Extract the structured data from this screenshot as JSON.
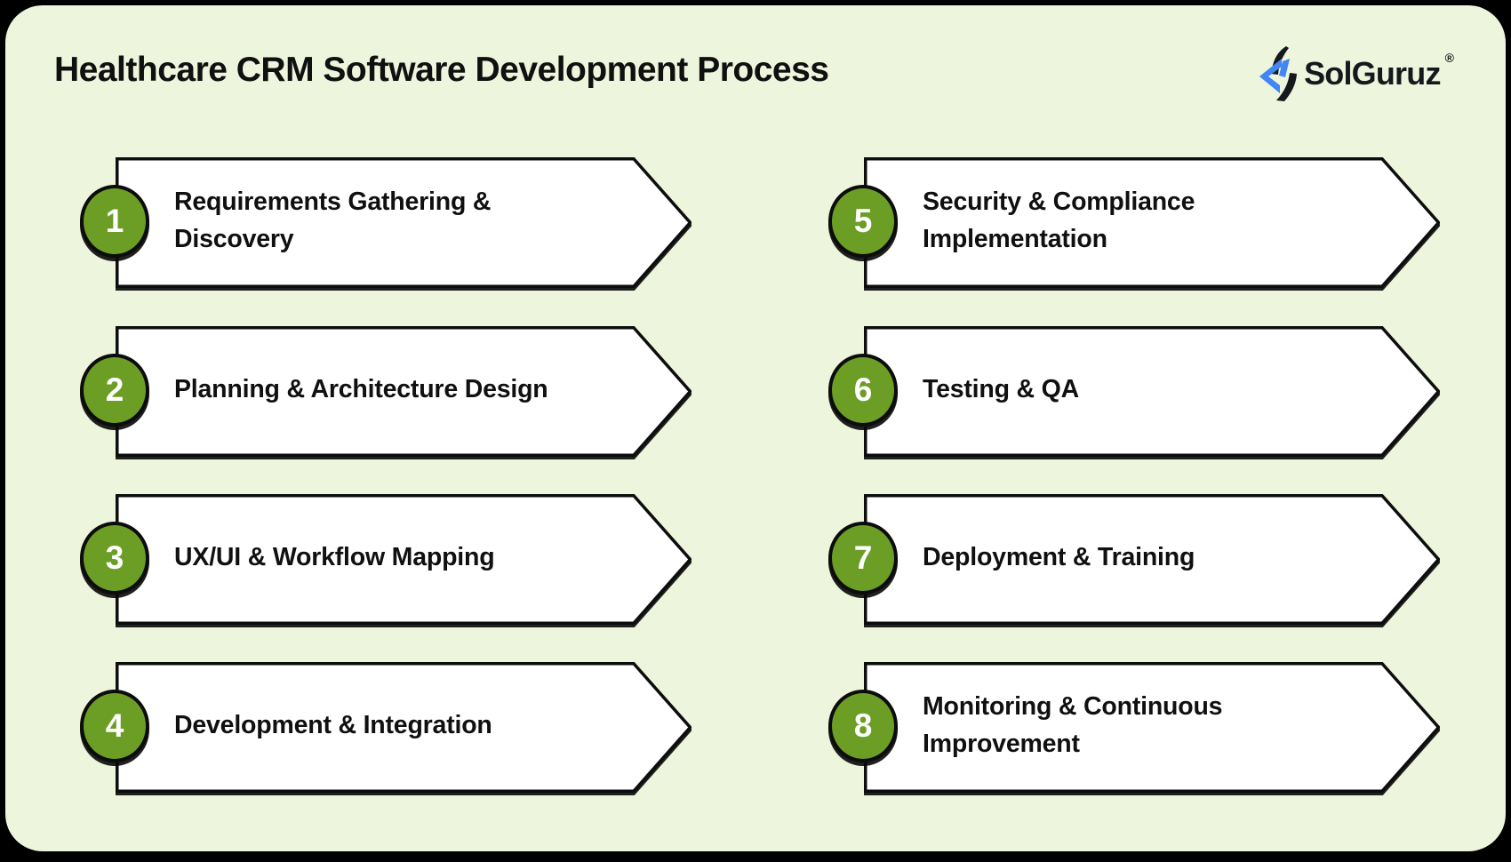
{
  "header": {
    "title": "Healthcare CRM Software Development Process",
    "brand": {
      "name": "SolGuruz",
      "registered_mark": "®"
    }
  },
  "palette": {
    "canvas_background": "#edf5dc",
    "outer_frame": "#000000",
    "arrow_fill": "#ffffff",
    "arrow_border": "#0d0d0d",
    "step_circle_fill": "#6c9e26",
    "step_circle_border": "#0c0c0c",
    "step_number_color": "#ffffff",
    "text_color": "#101010",
    "brand_blue": "#4285f4",
    "brand_dark": "#15181c"
  },
  "process": {
    "steps": [
      {
        "number": "1",
        "label": "Requirements Gathering &\nDiscovery",
        "column": "left",
        "row": 0
      },
      {
        "number": "2",
        "label": "Planning & Architecture Design",
        "column": "left",
        "row": 1
      },
      {
        "number": "3",
        "label": "UX/UI & Workflow Mapping",
        "column": "left",
        "row": 2
      },
      {
        "number": "4",
        "label": "Development & Integration",
        "column": "left",
        "row": 3
      },
      {
        "number": "5",
        "label": "Security & Compliance\nImplementation",
        "column": "right",
        "row": 0
      },
      {
        "number": "6",
        "label": "Testing & QA",
        "column": "right",
        "row": 1
      },
      {
        "number": "7",
        "label": "Deployment & Training",
        "column": "right",
        "row": 2
      },
      {
        "number": "8",
        "label": "Monitoring & Continuous\nImprovement",
        "column": "right",
        "row": 3
      }
    ]
  }
}
